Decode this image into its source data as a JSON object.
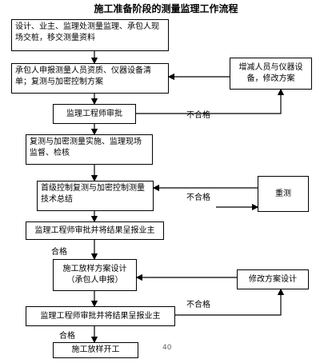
{
  "title": "施工准备阶段的测量监理工作流程",
  "steps": {
    "s1": "设计、业主、监理处测量监理、承包人现场交桩，移交测量资料",
    "s2": "承包人申报测量人员资质、仪器设备清单；复测与加密控制方案",
    "s3": "监理工程师审批",
    "s4": "复测与加密测量实施、监理现场监督、检核",
    "s5": "首级控制复测与加密控制测量技术总结",
    "s6": "监理工程师审批并将结果呈报业主",
    "s7_line1": "施工放样方案设计",
    "s7_line2": "（承包人申报）",
    "s8": "监理工程师审批并将结果呈报业主",
    "s9": "施工放样开工"
  },
  "side": {
    "r1": "增减人员与仪器设备，修改方案",
    "r2": "重测",
    "r3": "修改方案设计"
  },
  "labels": {
    "fail1": "不合格",
    "fail2": "不合格",
    "fail3": "不合格",
    "pass1": "合格",
    "pass2": "合格"
  },
  "page_number": "40"
}
